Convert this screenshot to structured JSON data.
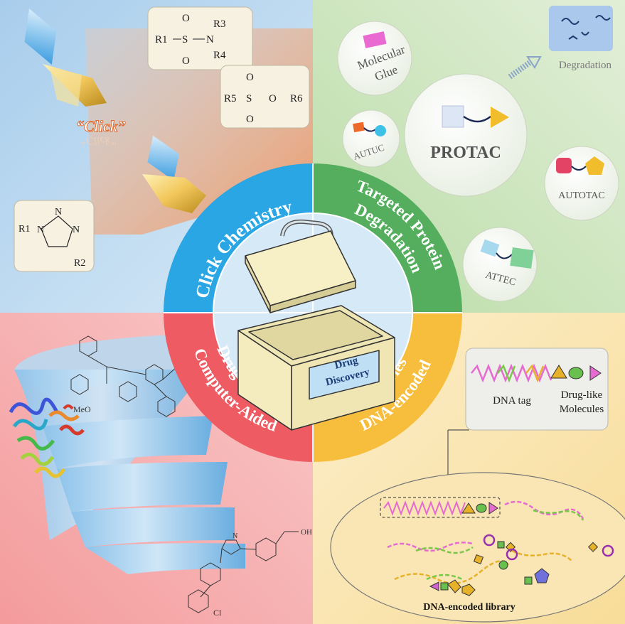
{
  "quadrants": {
    "click": {
      "name": "Click Chemistry",
      "click_word": "“Click”",
      "sulfonamide": {
        "r1": "R1",
        "s": "S",
        "n": "N",
        "r3": "R3",
        "r4": "R4",
        "o": "O"
      },
      "sulfonate": {
        "r5": "R5",
        "s": "S",
        "o": "O",
        "r6": "R6"
      },
      "triazole": {
        "r1": "R1",
        "n": "N",
        "r2": "R2"
      }
    },
    "tpd": {
      "name_line1": "Targeted Protein",
      "name_line2": "Degradation",
      "protac": "PROTAC",
      "molecular_glue_line1": "Molecular",
      "molecular_glue_line2": "Glue",
      "degradation": "Degradation",
      "autuc": "AUTUC",
      "autotac": "AUTOTAC",
      "attec": "ATTEC"
    },
    "cadd": {
      "name_line1": "Computer-Aided",
      "name_line2": "Drug Design",
      "methoxy": "MeO",
      "carboxyl": "OH",
      "chloro": "Cl",
      "n": "N",
      "o": "O"
    },
    "del": {
      "name_line1": "DNA-encoded",
      "name_line2": "Libraries",
      "dna_tag": "DNA tag",
      "druglike_line1": "Drug-like",
      "druglike_line2": "Molecules",
      "library_label": "DNA-encoded library"
    }
  },
  "center": {
    "box_label_line1": "Drug",
    "box_label_line2": "Discovery"
  },
  "colors": {
    "q1_bg": "#b4d4ee",
    "q2_bg": "#cfe5c2",
    "q3_bg": "#f3a9a9",
    "q4_bg": "#fae4b0",
    "ring_click": "#29a6e3",
    "ring_tpd": "#4fae5c",
    "ring_cadd": "#ef5b61",
    "ring_del": "#f7be3b",
    "dna_magenta": "#e66bd0",
    "dna_green": "#79c84a",
    "dna_yellow": "#e7b12a"
  }
}
